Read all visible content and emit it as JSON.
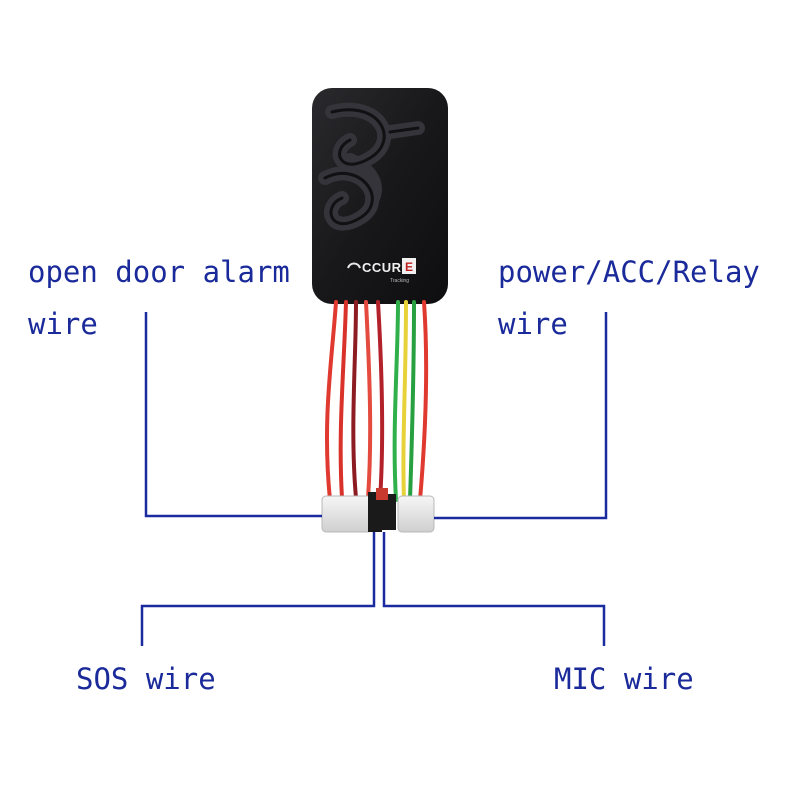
{
  "labels": {
    "open_door_line1": "open door alarm",
    "open_door_line2": "wire",
    "power_line1": "power/ACC/Relay",
    "power_line2": "wire",
    "sos": "SOS wire",
    "mic": "MIC wire"
  },
  "device": {
    "brand": "CCURA",
    "badge": "E",
    "sub_brand": "Tracking"
  },
  "colors": {
    "label_text": "#1a2a9a",
    "leader_line": "#1a2aa0",
    "device_body": "#1b1b1d",
    "wire_red": "#e0392f",
    "wire_dark_red": "#b3222a",
    "wire_green": "#2fb04a",
    "wire_yellow": "#e8d23a",
    "connector": "#e9e9e9"
  },
  "icons": [
    "brand-logo-icon"
  ]
}
